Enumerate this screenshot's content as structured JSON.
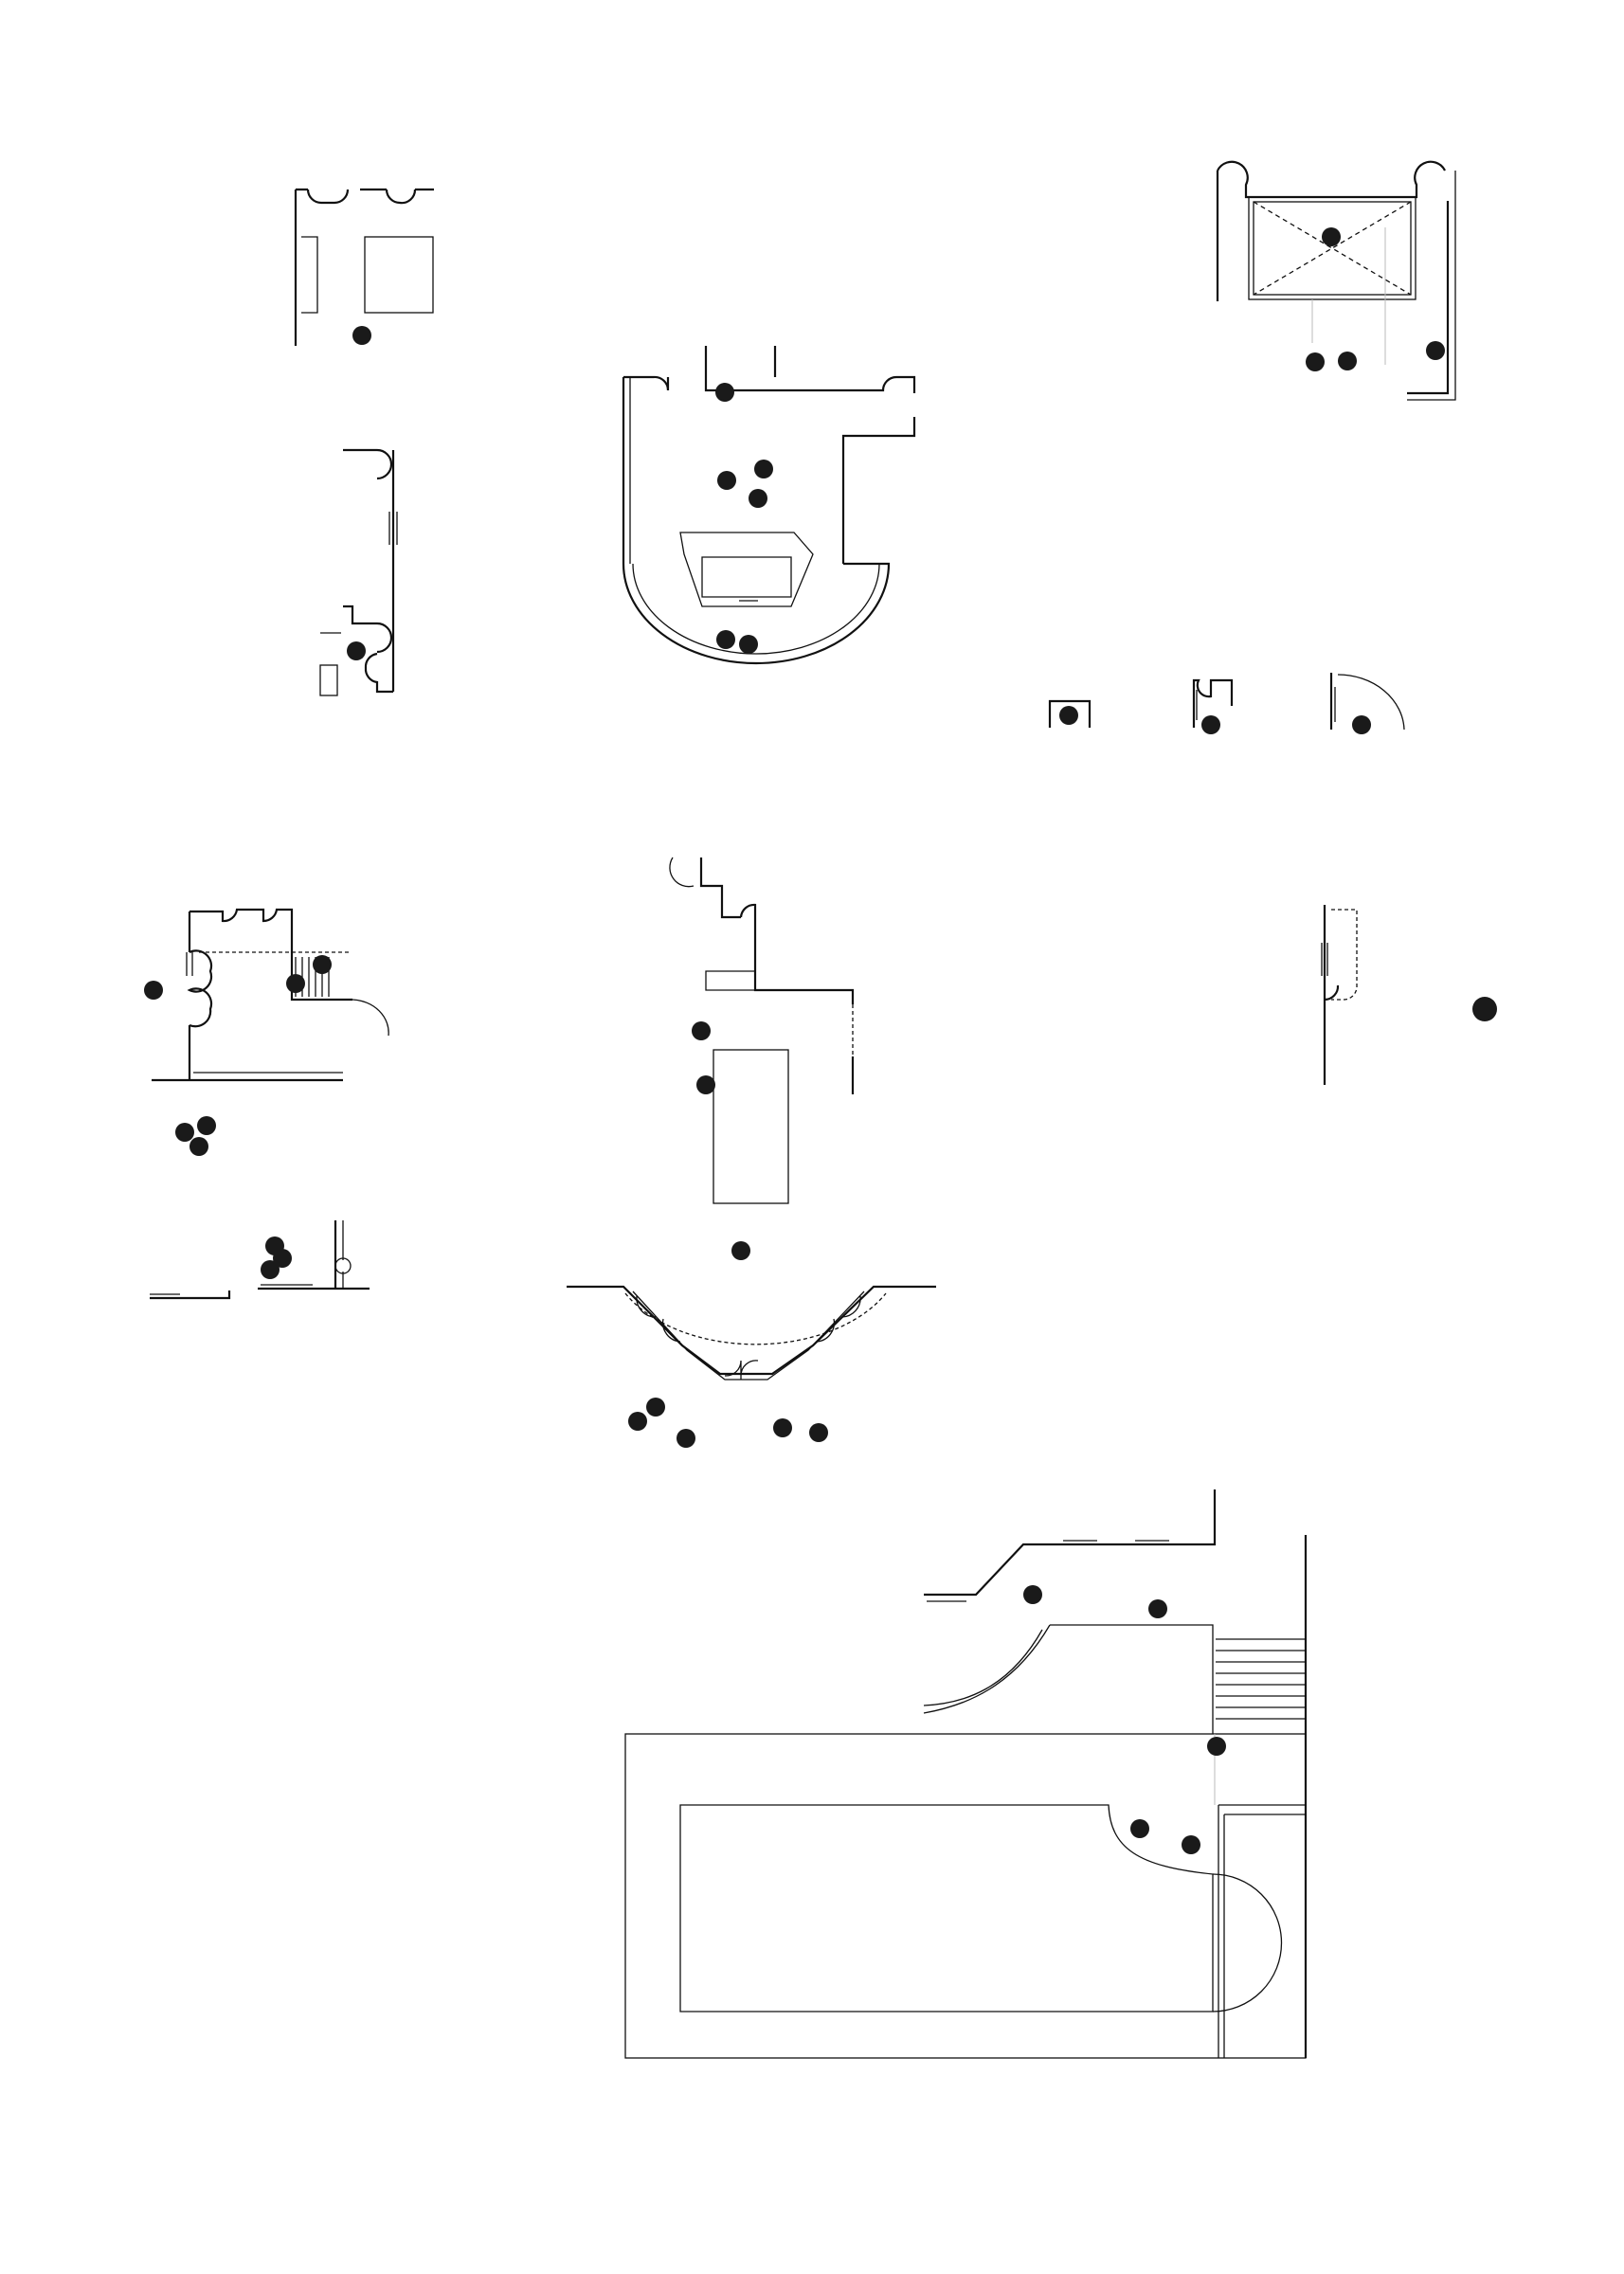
{
  "colors": {
    "background": "#ffffff",
    "line": "#111111",
    "fixture_dot": "#1a1a1a"
  },
  "fixture_marker": {
    "icon": "filled-circle-icon",
    "meaning": "light-fixture"
  },
  "plan_groups": [
    {
      "id": "entry-foyer",
      "fixture_count": 1
    },
    {
      "id": "corridor-stair",
      "fixture_count": 1
    },
    {
      "id": "bay-room",
      "fixture_count": 7
    },
    {
      "id": "canopy-entrance",
      "fixture_count": 4
    },
    {
      "id": "door-details",
      "fixture_count": 3
    },
    {
      "id": "stair-landing",
      "fixture_count": 5
    },
    {
      "id": "wall-details",
      "fixture_count": 4
    },
    {
      "id": "kitchen-island",
      "fixture_count": 3
    },
    {
      "id": "bay-window",
      "fixture_count": 5
    },
    {
      "id": "side-door",
      "fixture_count": 1
    },
    {
      "id": "pool-terrace",
      "fixture_count": 5
    }
  ]
}
